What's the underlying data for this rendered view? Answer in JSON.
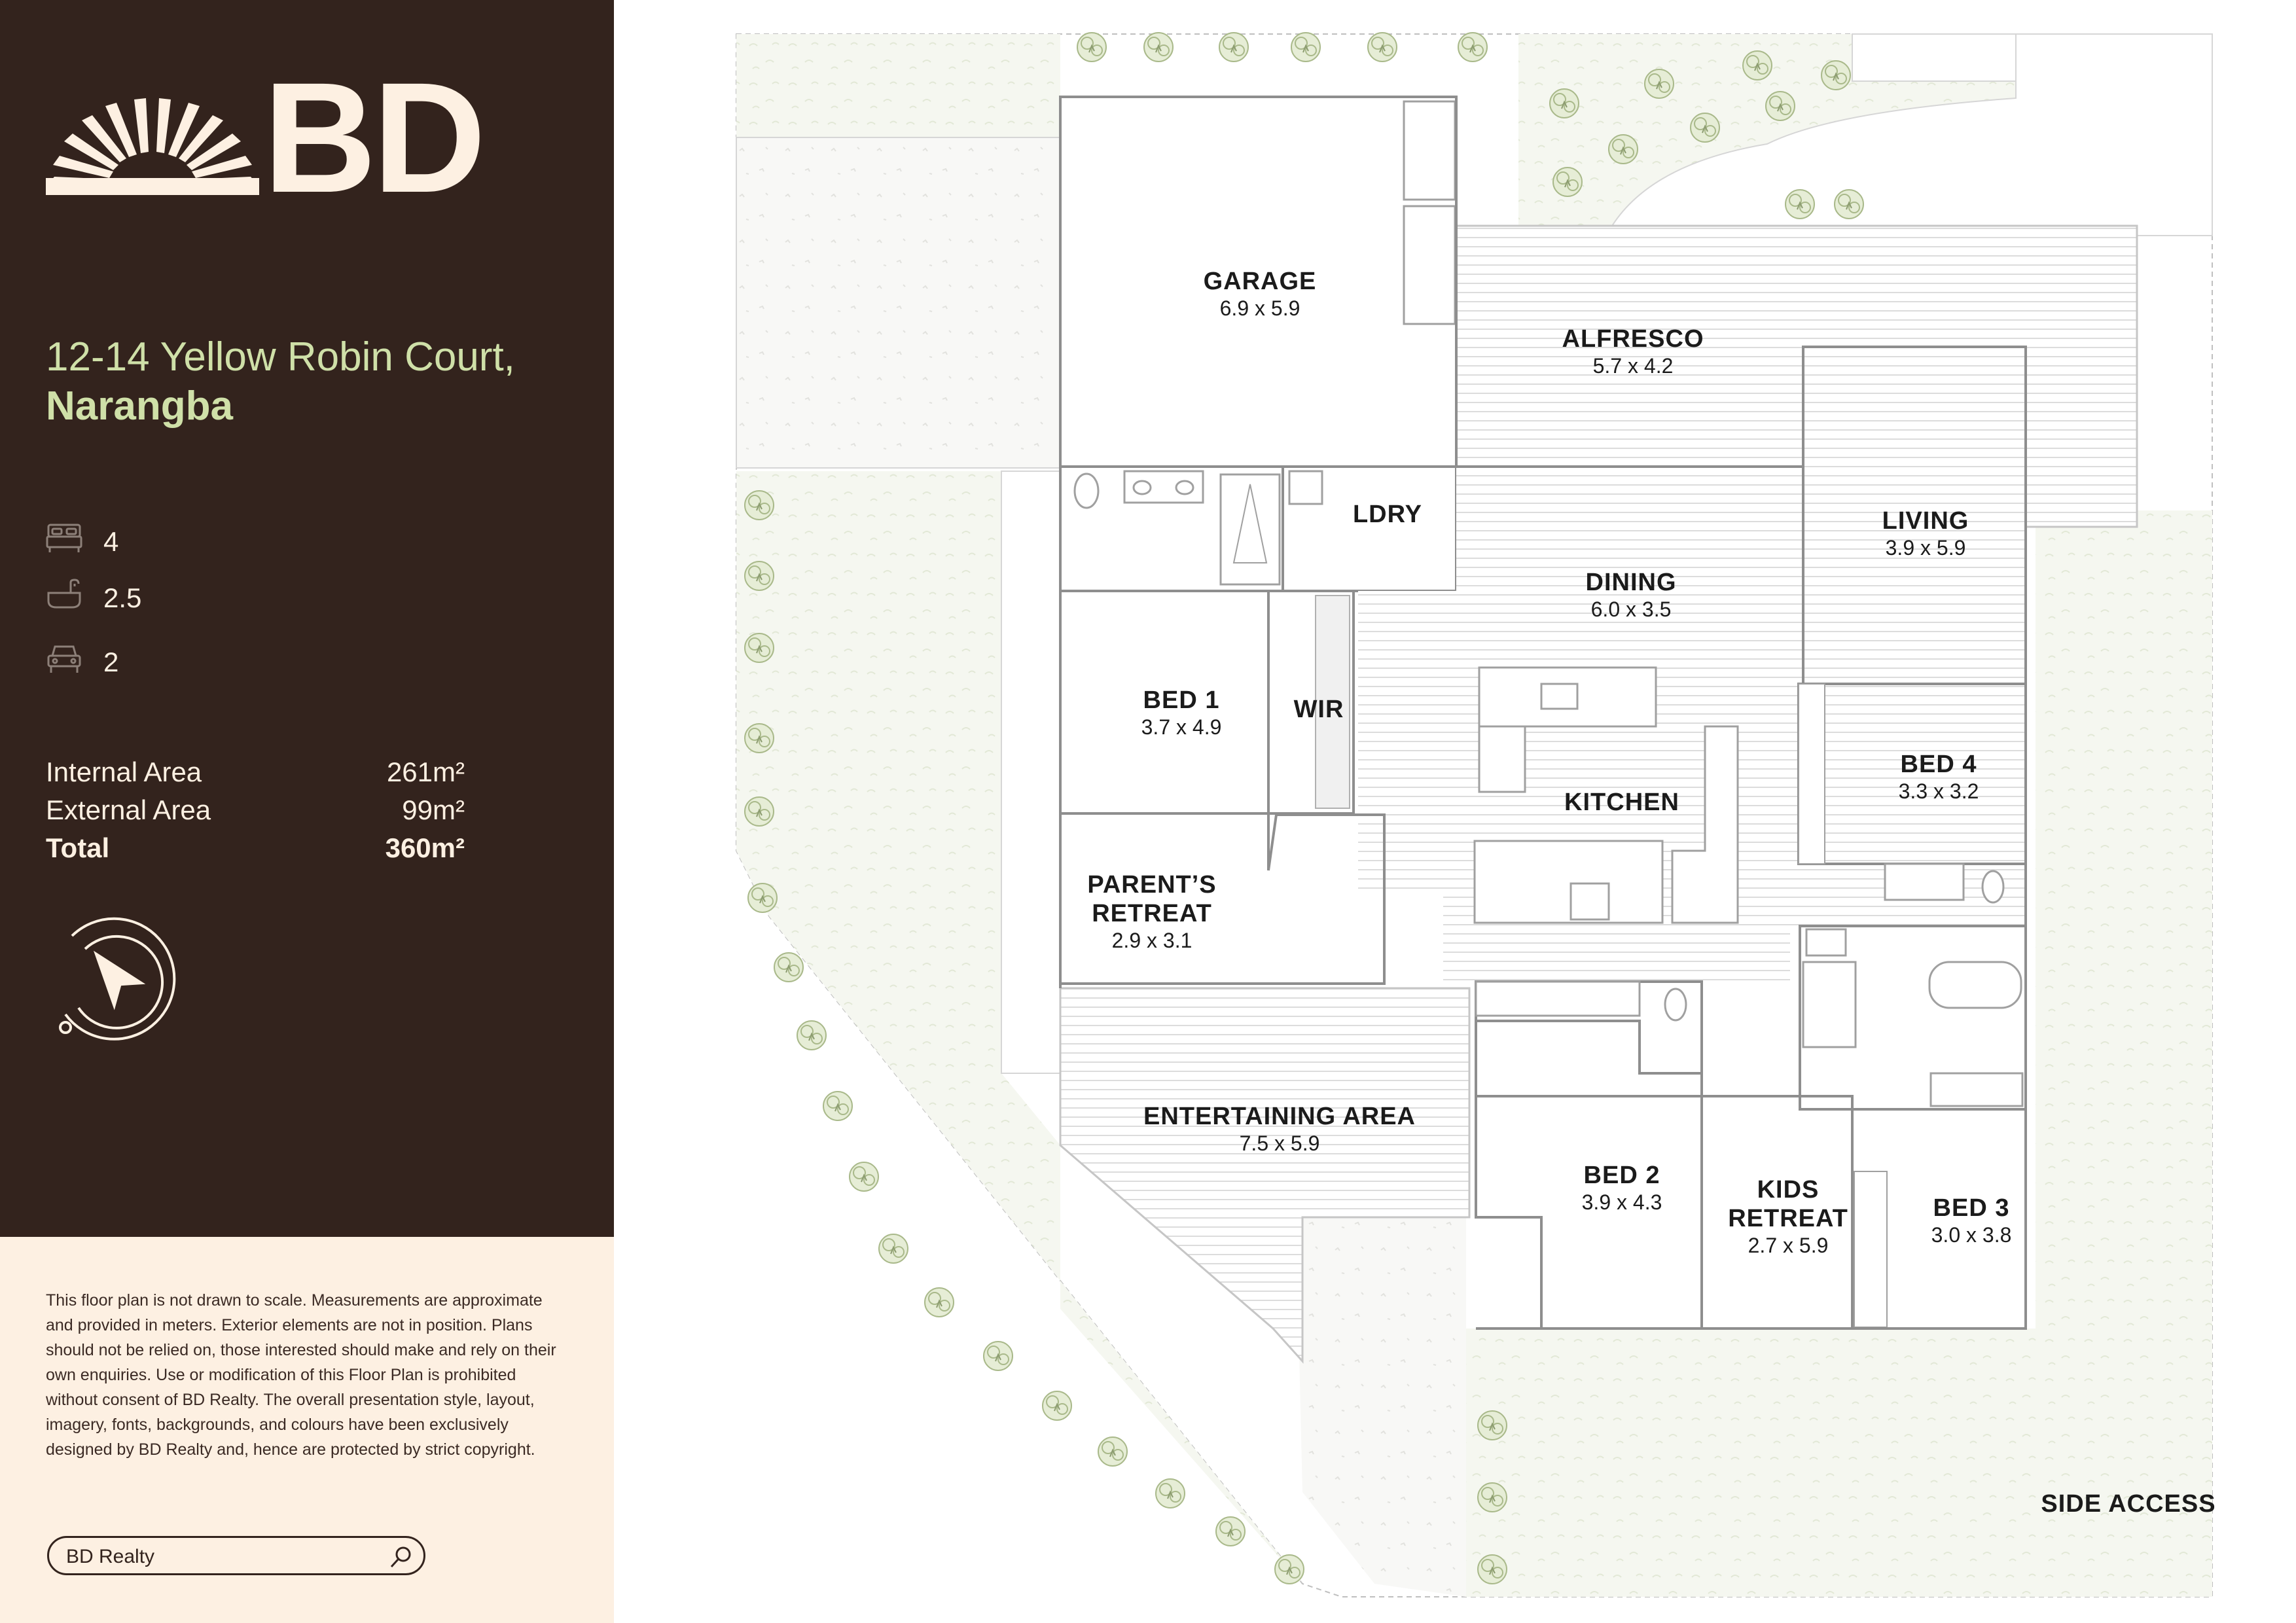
{
  "brand": {
    "logo_text": "BD"
  },
  "property": {
    "address_line1": "12-14 Yellow Robin Court,",
    "suburb": "Narangba"
  },
  "features": [
    {
      "icon": "bed-icon",
      "value": "4"
    },
    {
      "icon": "bath-icon",
      "value": "2.5"
    },
    {
      "icon": "car-icon",
      "value": "2"
    }
  ],
  "areas": [
    {
      "label": "Internal Area",
      "value": "261m²"
    },
    {
      "label": "External Area",
      "value": "99m²"
    },
    {
      "label": "Total",
      "value": "360m²"
    }
  ],
  "compass": {
    "icon": "compass-north-icon"
  },
  "disclaimer": "This floor plan is not drawn to scale. Measurements are approximate and provided in meters. Exterior elements are not in position. Plans should not be relied on, those interested should make and rely on their own enquiries. Use or modification of this Floor Plan is prohibited without consent of BD Realty. The overall presentation style, layout, imagery, fonts, backgrounds, and colours have been exclusively designed by BD Realty and, hence are protected by strict copyright.",
  "search": {
    "value": "BD Realty",
    "icon": "search-icon"
  },
  "rooms": {
    "garage": {
      "name": "GARAGE",
      "dims": "6.9 x 5.9"
    },
    "alfresco": {
      "name": "ALFRESCO",
      "dims": "5.7 x 4.2"
    },
    "ldry": {
      "name": "LDRY"
    },
    "living": {
      "name": "LIVING",
      "dims": "3.9 x 5.9"
    },
    "dining": {
      "name": "DINING",
      "dims": "6.0 x 3.5"
    },
    "bed1": {
      "name": "BED 1",
      "dims": "3.7 x 4.9"
    },
    "wir": {
      "name": "WIR"
    },
    "kitchen": {
      "name": "KITCHEN"
    },
    "bed4": {
      "name": "BED 4",
      "dims": "3.3 x 3.2"
    },
    "parents_retreat": {
      "name1": "PARENT’S",
      "name2": "RETREAT",
      "dims": "2.9 x 3.1"
    },
    "entertaining": {
      "name": "ENTERTAINING AREA",
      "dims": "7.5 x 5.9"
    },
    "bed2": {
      "name": "BED 2",
      "dims": "3.9 x 4.3"
    },
    "kids_retreat": {
      "name1": "KIDS",
      "name2": "RETREAT",
      "dims": "2.7 x 5.9"
    },
    "bed3": {
      "name": "BED 3",
      "dims": "3.0 x 3.8"
    },
    "side_access": {
      "name": "SIDE ACCESS"
    }
  },
  "colors": {
    "brand_dark": "#33231d",
    "brand_cream": "#fdf0e2",
    "accent_green": "#cfe0a8",
    "bedroom_fill": "#e7e7e7",
    "garden_fill": "#f4f6ee"
  }
}
